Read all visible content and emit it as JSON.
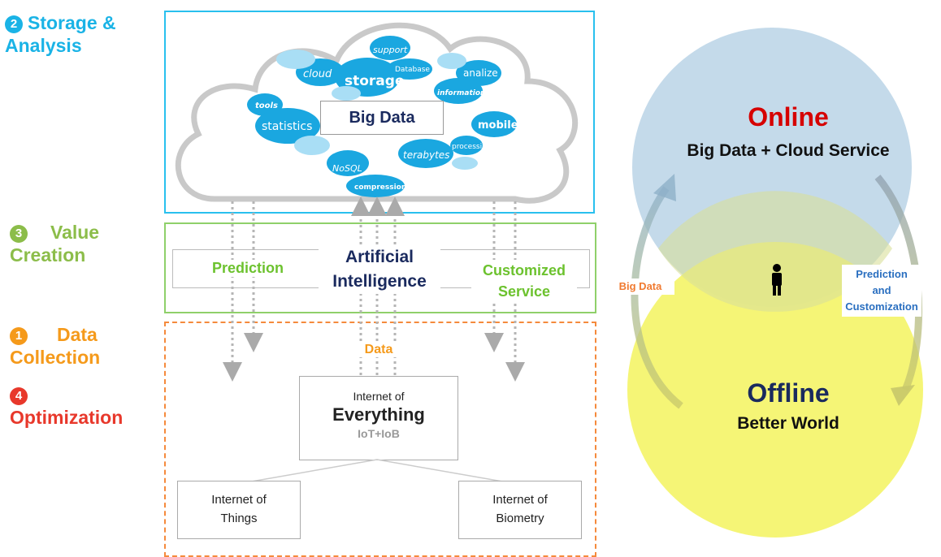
{
  "steps": {
    "storage": {
      "num": "2",
      "line1": "Storage &",
      "line2": "Analysis",
      "color": "#1ab3e6"
    },
    "value": {
      "num": "3",
      "line1": "Value",
      "line2": "Creation",
      "color": "#8cbd4a"
    },
    "collection": {
      "num": "1",
      "line1": "Data",
      "line2": "Collection",
      "color": "#f59a1b"
    },
    "optimization": {
      "num": "4",
      "line1": "",
      "line2": "Optimization",
      "color": "#e8382b"
    }
  },
  "cloud": {
    "center_label": "Big Data",
    "words": {
      "support": "support",
      "database": "Database",
      "cloud": "cloud",
      "storage": "storage",
      "analize": "analize",
      "information": "information",
      "tools": "tools",
      "statistics": "statistics",
      "mobile": "mobile",
      "processing": "processing",
      "terabytes": "terabytes",
      "nosql": "NoSQL",
      "compression": "compression"
    }
  },
  "ai": {
    "prediction": "Prediction",
    "title_line1": "Artificial",
    "title_line2": "Intelligence",
    "customized_line1": "Customized",
    "customized_line2": "Service"
  },
  "collection": {
    "data_label": "Data",
    "ioe": {
      "line1": "Internet of",
      "line2": "Everything",
      "line3": "IoT+IoB"
    },
    "iot": {
      "line1": "Internet of",
      "line2": "Things"
    },
    "iob": {
      "line1": "Internet of",
      "line2": "Biometry"
    }
  },
  "venn": {
    "online_title": "Online",
    "online_sub": "Big Data + Cloud Service",
    "offline_title": "Offline",
    "offline_sub": "Better World",
    "left_arrow_label": "Big Data",
    "right_arrow_label_1": "Prediction",
    "right_arrow_label_2": "and",
    "right_arrow_label_3": "Customization",
    "person_icon": "person-icon"
  },
  "colors": {
    "cyan": "#1ab3e6",
    "green": "#8cbd4a",
    "orange": "#f59a1b",
    "red": "#e8382b",
    "navy": "#1a2a5e",
    "online_red": "#d60000",
    "blue_circle": "#c4daea",
    "yellow_circle": "#f4f46a"
  }
}
